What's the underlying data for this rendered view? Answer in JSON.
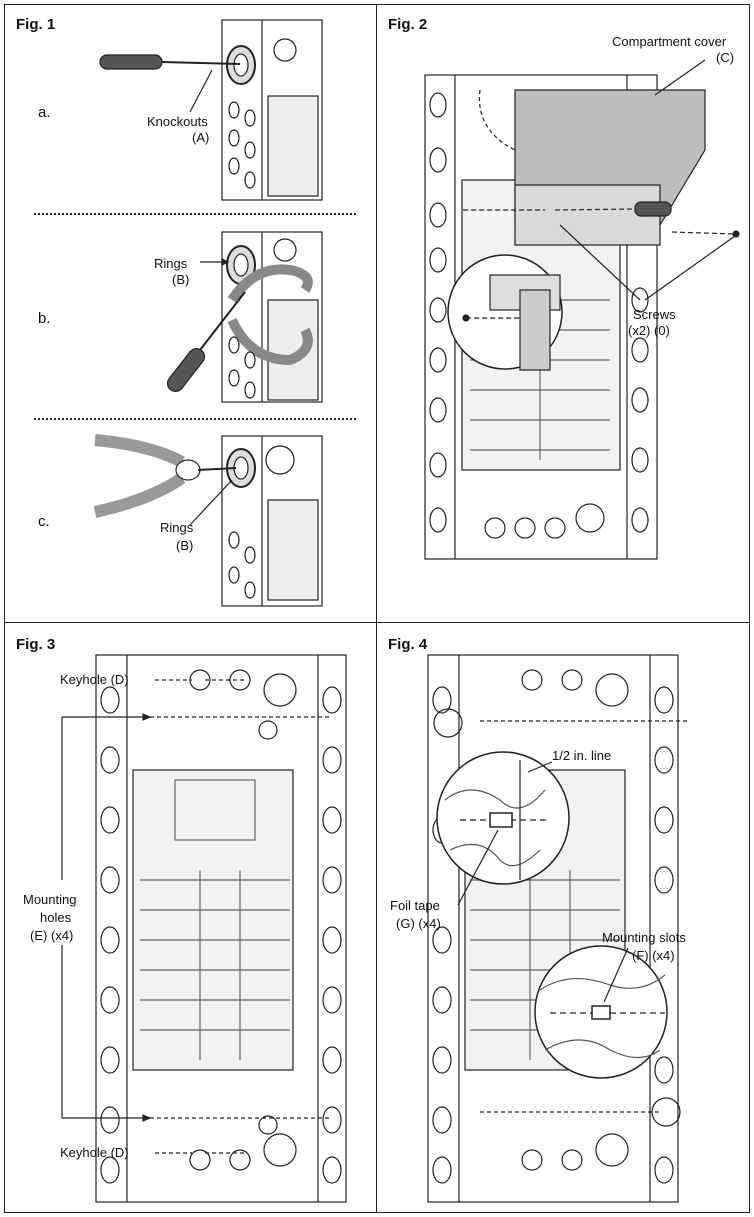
{
  "fig1": {
    "title": "Fig. 1",
    "steps": [
      "a.",
      "b.",
      "c."
    ],
    "knockouts": "Knockouts",
    "knockouts_ref": "(A)",
    "rings_b": "Rings",
    "rings_b_ref": "(B)",
    "rings_c": "Rings",
    "rings_c_ref": "(B)"
  },
  "fig2": {
    "title": "Fig. 2",
    "cover": "Compartment cover",
    "cover_ref": "(C)",
    "screws": "Screws",
    "screws_ref": "(x2) (0)"
  },
  "fig3": {
    "title": "Fig. 3",
    "keyhole_top": "Keyhole (D)",
    "keyhole_bottom": "Keyhole (D)",
    "mounting_1": "Mounting",
    "mounting_2": "holes",
    "mounting_3": "(E) (x4)"
  },
  "fig4": {
    "title": "Fig. 4",
    "half_inch": "1/2 in. line",
    "foil_1": "Foil tape",
    "foil_2": "(G) (x4)",
    "slots_1": "Mounting slots",
    "slots_2": "(F) (x4)"
  },
  "colors": {
    "line": "#222222",
    "gray": "#bdbdbd",
    "light": "#e6e6e6"
  }
}
